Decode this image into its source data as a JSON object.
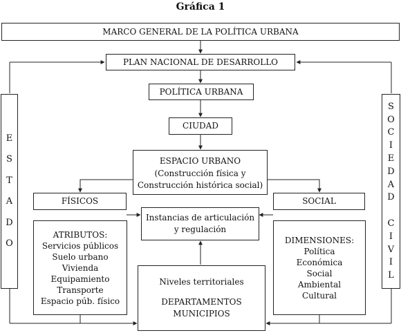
{
  "title": "Gráfica 1",
  "marco": "MARCO GENERAL DE LA POLÍTICA URBANA",
  "plan": "PLAN NACIONAL DE DESARROLLO",
  "politica": "POLÍTICA URBANA",
  "ciudad": "CIUDAD",
  "espacio": [
    "ESPACIO URBANO",
    "(Construcción física y",
    "Construcción histórica social)"
  ],
  "fisicos": "FÍSICOS",
  "social": "SOCIAL",
  "instancias": [
    "Instancias de articulación",
    "y regulación"
  ],
  "atributos": [
    "ATRIBUTOS:",
    "Servicios públicos",
    "Suelo urbano",
    "Vivienda",
    "Equipamiento",
    "Transporte",
    "Espacio púb. físico"
  ],
  "dimensiones": [
    "DIMENSIONES:",
    "Política",
    "Económica",
    "Social",
    "Ambiental",
    "Cultural"
  ],
  "niveles": [
    "Niveles  territoriales",
    "",
    "DEPARTAMENTOS",
    "MUNICIPIOS"
  ],
  "estado": [
    "E",
    "S",
    "T",
    "A",
    "D",
    "O"
  ],
  "sociedad": [
    "S",
    "O",
    "C",
    "I",
    "E",
    "D",
    "A",
    "D",
    "",
    "C",
    "I",
    "V",
    "I",
    "L"
  ]
}
